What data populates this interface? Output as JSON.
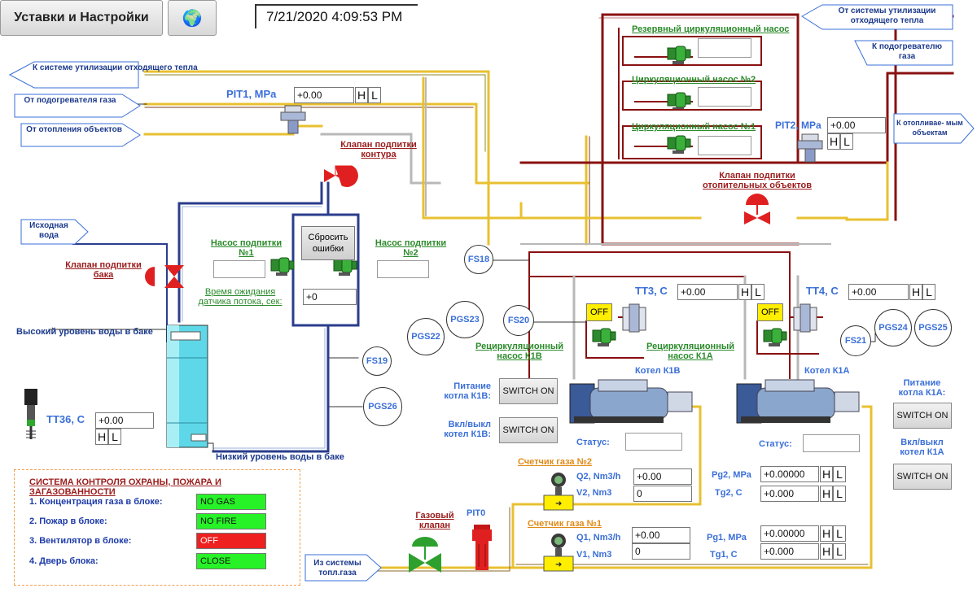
{
  "header": {
    "settings_button": "Уставки и Настройки",
    "datetime": "7/21/2020 4:09:53 PM"
  },
  "icons": {
    "language": "globe-flag-icon",
    "pump": "pump-icon",
    "valve": "valve-icon",
    "boiler": "boiler-icon",
    "meter": "gas-meter-icon",
    "sensor": "temperature-sensor-icon",
    "tank": "water-tank-icon"
  },
  "colors": {
    "pipe_yellow": "#e8c030",
    "pipe_red": "#8a1010",
    "pipe_blue": "#2a3d8c",
    "ok_green": "#27f227",
    "alarm_red": "#ee2020",
    "off_yellow": "#ffee00"
  },
  "io_arrows": {
    "waste_heat_in": "От системы утилизации отходящего тепла",
    "to_gas_heater": "К подогревателю газа",
    "to_heated_objects": "К отопливае- мым объектам",
    "to_waste_heat": "К системе утилизации отходящего тепла",
    "from_gas_heater": "От подогревателя газа",
    "from_object_heating": "От отопления объектов",
    "source_water": "Исходная вода",
    "from_fuel_gas": "Из системы топл.газа"
  },
  "pit1": {
    "label": "PIT1, MPa",
    "value": "+0.00",
    "h": "H",
    "l": "L"
  },
  "pit2": {
    "label": "PIT2, MPa",
    "value": "+0.00",
    "h": "H",
    "l": "L"
  },
  "tt3": {
    "label": "TT3, C",
    "value": "+0.00",
    "h": "H",
    "l": "L"
  },
  "tt4": {
    "label": "TT4, C",
    "value": "+0.00",
    "h": "H",
    "l": "L"
  },
  "tt36": {
    "label": "TT36, C",
    "value": "+0.00",
    "h": "H",
    "l": "L"
  },
  "pumps": {
    "reserve_circ": "Резервный циркуляционный насос",
    "circ2": "Циркуляционный насос №2",
    "circ1": "Циркуляционный насос №1",
    "makeup1": "Насос подпитки №1",
    "makeup2": "Насос подпитки №2",
    "recirc_k1b": "Рециркуляционный насос К1В",
    "recirc_k1a": "Рециркуляционный насос К1А"
  },
  "valves": {
    "circuit_makeup": "Клапан подпитки контура",
    "objects_makeup": "Клапан подпитки отопительных объектов",
    "tank_makeup": "Клапан подпитки бака",
    "gas_valve": "Газовый клапан"
  },
  "reset_button": "Сбросить ошибки",
  "flow_wait_label": "Время ожидания датчика потока, сек:",
  "flow_wait_value": "+0",
  "tank": {
    "high": "Высокий уровень воды в баке",
    "low": "Низкий уровень воды в баке"
  },
  "sensors": {
    "fs18": "FS18",
    "fs19": "FS19",
    "fs20": "FS20",
    "fs21": "FS21",
    "pgs22": "PGS22",
    "pgs23": "PGS23",
    "pgs24": "PGS24",
    "pgs25": "PGS25",
    "pgs26": "PGS26",
    "pit0": "PIT0"
  },
  "k1b": {
    "off": "OFF",
    "boiler_label": "Котел К1В",
    "power_label": "Питание котла К1В:",
    "power_button": "SWITCH ON",
    "onoff_label": "Вкл/выкл котел К1В:",
    "onoff_button": "SWITCH ON",
    "status_label": "Статус:"
  },
  "k1a": {
    "off": "OFF",
    "boiler_label": "Котел К1А",
    "power_label": "Питание котла К1А:",
    "power_button": "SWITCH ON",
    "onoff_label": "Вкл/выкл котел К1А",
    "onoff_button": "SWITCH ON",
    "status_label": "Статус:"
  },
  "meter2": {
    "title": "Счетчик газа №2",
    "q_label": "Q2, Nm3/h",
    "q_value": "+0.00",
    "v_label": "V2, Nm3",
    "v_value": "0"
  },
  "meter1": {
    "title": "Счетчик газа №1",
    "q_label": "Q1, Nm3/h",
    "q_value": "+0.00",
    "v_label": "V1, Nm3",
    "v_value": "0"
  },
  "pg2": {
    "label": "Pg2, MPa",
    "value": "+0.00000",
    "h": "H",
    "l": "L"
  },
  "tg2": {
    "label": "Tg2, C",
    "value": "+0.000",
    "h": "H",
    "l": "L"
  },
  "pg1": {
    "label": "Pg1, MPa",
    "value": "+0.00000",
    "h": "H",
    "l": "L"
  },
  "tg1": {
    "label": "Tg1, C",
    "value": "+0.000",
    "h": "H",
    "l": "L"
  },
  "safety": {
    "title": "СИСТЕМА КОНТРОЛЯ ОХРАНЫ, ПОЖАРА И ЗАГАЗОВАННОСТИ",
    "rows": [
      {
        "label": "1. Концентрация газа в блоке:",
        "value": "NO GAS"
      },
      {
        "label": "2. Пожар в блоке:",
        "value": "NO FIRE"
      },
      {
        "label": "3. Вентилятор в блоке:",
        "value": "OFF"
      },
      {
        "label": "4. Дверь блока:",
        "value": "CLOSE"
      }
    ]
  }
}
